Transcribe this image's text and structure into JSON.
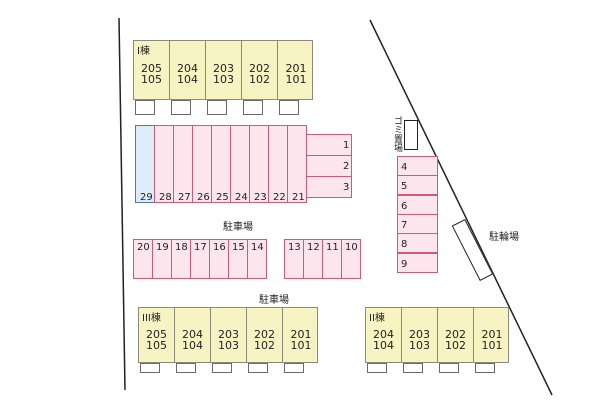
{
  "buildings": {
    "b1": {
      "label": "I棟",
      "units": [
        {
          "upper": "205",
          "lower": "105"
        },
        {
          "upper": "204",
          "lower": "104"
        },
        {
          "upper": "203",
          "lower": "103"
        },
        {
          "upper": "202",
          "lower": "102"
        },
        {
          "upper": "201",
          "lower": "101"
        }
      ]
    },
    "b3": {
      "label": "III棟",
      "units": [
        {
          "upper": "205",
          "lower": "105"
        },
        {
          "upper": "204",
          "lower": "104"
        },
        {
          "upper": "203",
          "lower": "103"
        },
        {
          "upper": "202",
          "lower": "102"
        },
        {
          "upper": "201",
          "lower": "101"
        }
      ]
    },
    "b2": {
      "label": "II棟",
      "units": [
        {
          "upper": "204",
          "lower": "104"
        },
        {
          "upper": "203",
          "lower": "103"
        },
        {
          "upper": "202",
          "lower": "102"
        },
        {
          "upper": "201",
          "lower": "101"
        }
      ]
    }
  },
  "parking": {
    "upper_row": [
      "29",
      "28",
      "27",
      "26",
      "25",
      "24",
      "23",
      "22",
      "21"
    ],
    "side_block": [
      "1",
      "2",
      "3"
    ],
    "right_column": [
      "4",
      "5",
      "6",
      "7",
      "8",
      "9"
    ],
    "lower_left": [
      "20",
      "19",
      "18",
      "17",
      "16",
      "15",
      "14"
    ],
    "lower_right": [
      "13",
      "12",
      "11",
      "10"
    ]
  },
  "labels": {
    "parking_lot_1": "駐車場",
    "parking_lot_2": "駐車場",
    "garbage": "ゴミ置場",
    "bicycle": "駐輪場"
  },
  "colors": {
    "building": "#f7f3c3",
    "parking_fill": "#fde5ee",
    "parking_border": "#d05a75",
    "parking_highlight": "#dcecf8"
  }
}
